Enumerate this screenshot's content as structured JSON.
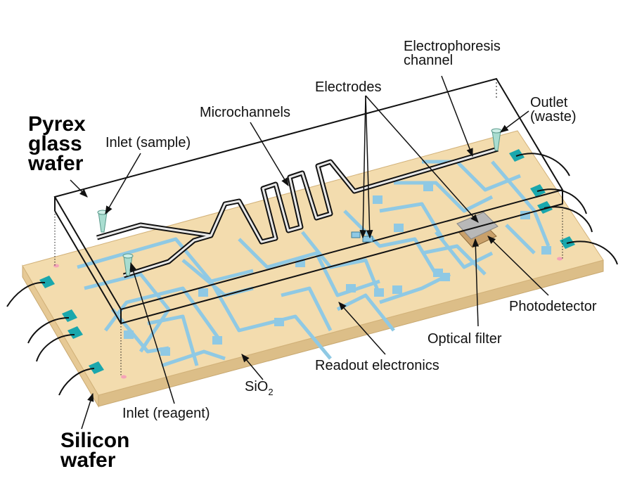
{
  "labels": {
    "pyrex_line1": "Pyrex",
    "pyrex_line2": "glass",
    "pyrex_line3": "wafer",
    "silicon_line1": "Silicon",
    "silicon_line2": "wafer",
    "inlet_sample": "Inlet (sample)",
    "inlet_reagent": "Inlet (reagent)",
    "microchannels": "Microchannels",
    "electrodes": "Electrodes",
    "electrophoresis_line1": "Electrophoresis",
    "electrophoresis_line2": "channel",
    "outlet_line1": "Outlet",
    "outlet_line2": "(waste)",
    "photodetector": "Photodetector",
    "optical_filter": "Optical filter",
    "readout_electronics": "Readout electronics",
    "sio2_main": "SiO",
    "sio2_sub": "2"
  },
  "colors": {
    "silicon_top": "#f3dcae",
    "silicon_side": "#e6c995",
    "trace": "#8fc9e4",
    "pad": "#1aa7ad",
    "filter": "#b8b8b8",
    "glass_edge": "#111111",
    "inlet_tube": "#a9ddd0"
  }
}
